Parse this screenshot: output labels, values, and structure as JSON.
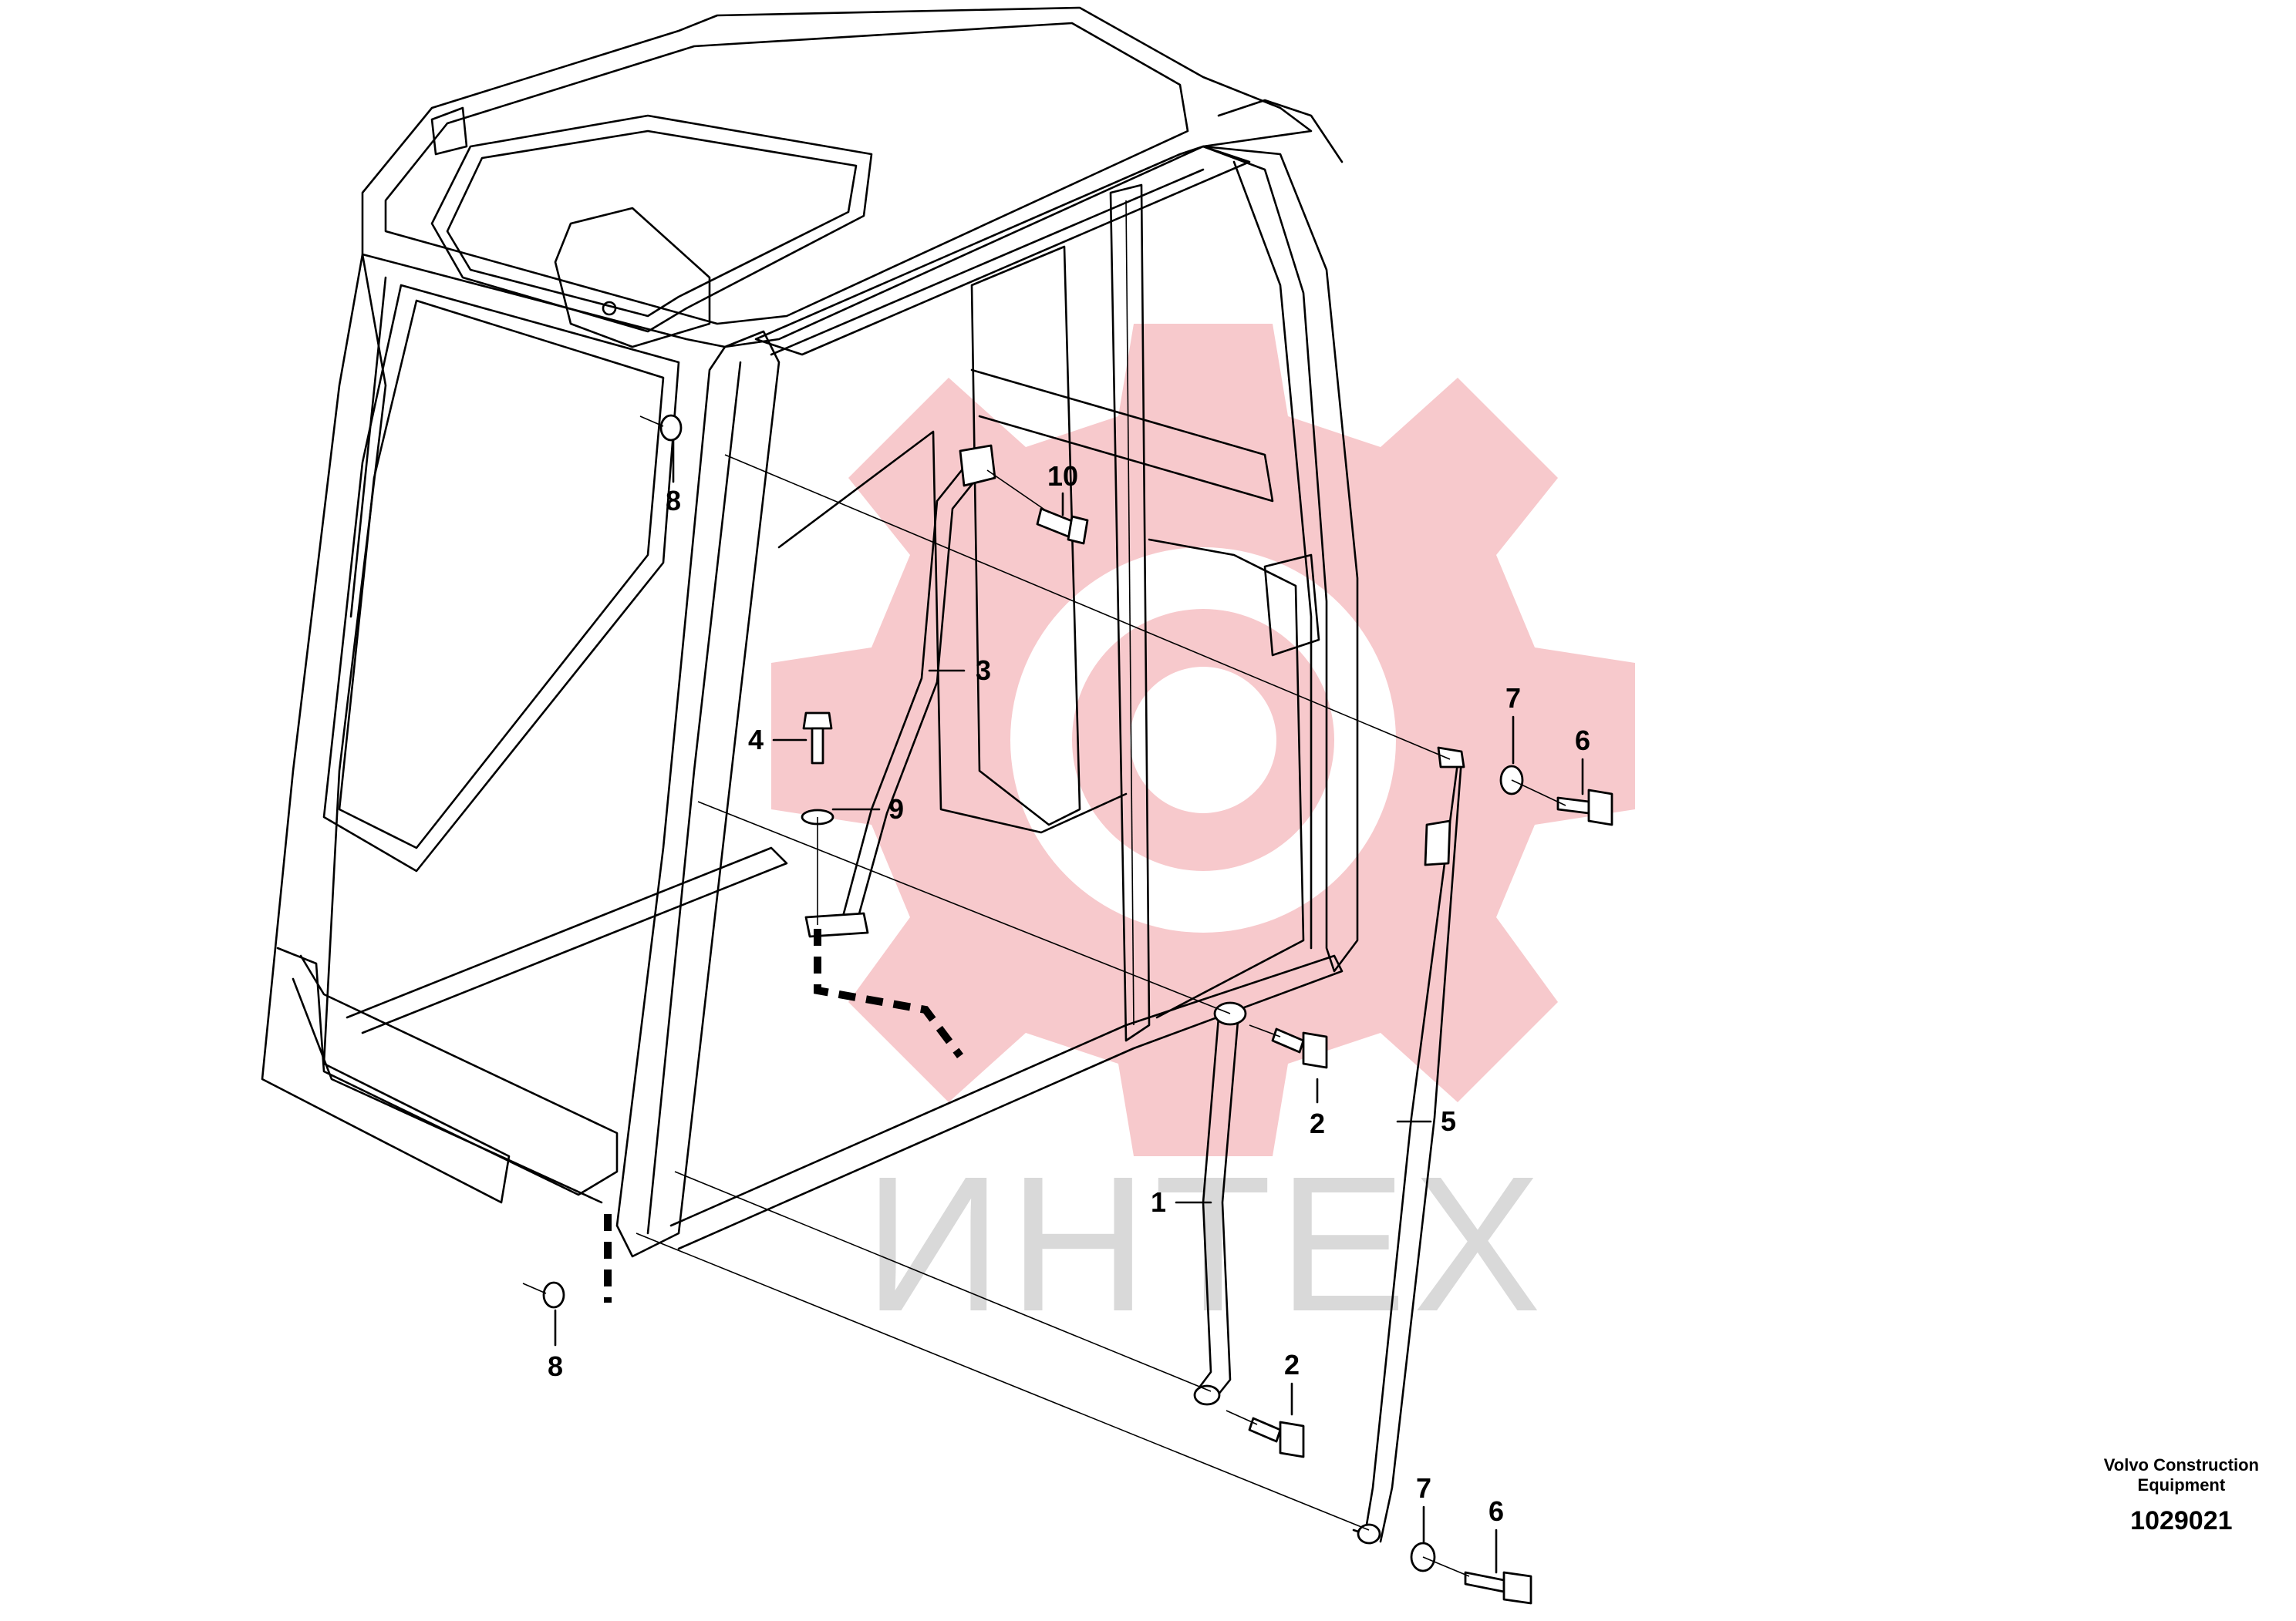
{
  "watermark": {
    "text": "ИНТЕХ",
    "gear_color": "#f7c9cc",
    "text_color": "#d9d9d9"
  },
  "callouts": [
    {
      "id": "c8a",
      "label": "8"
    },
    {
      "id": "c10",
      "label": "10"
    },
    {
      "id": "c3",
      "label": "3"
    },
    {
      "id": "c4",
      "label": "4"
    },
    {
      "id": "c9",
      "label": "9"
    },
    {
      "id": "c7a",
      "label": "7"
    },
    {
      "id": "c6a",
      "label": "6"
    },
    {
      "id": "c2a",
      "label": "2"
    },
    {
      "id": "c5",
      "label": "5"
    },
    {
      "id": "c1",
      "label": "1"
    },
    {
      "id": "c8b",
      "label": "8"
    },
    {
      "id": "c2b",
      "label": "2"
    },
    {
      "id": "c7b",
      "label": "7"
    },
    {
      "id": "c6b",
      "label": "6"
    }
  ],
  "caption": {
    "line1": "Volvo Construction",
    "line2": "Equipment",
    "number": "1029021"
  }
}
